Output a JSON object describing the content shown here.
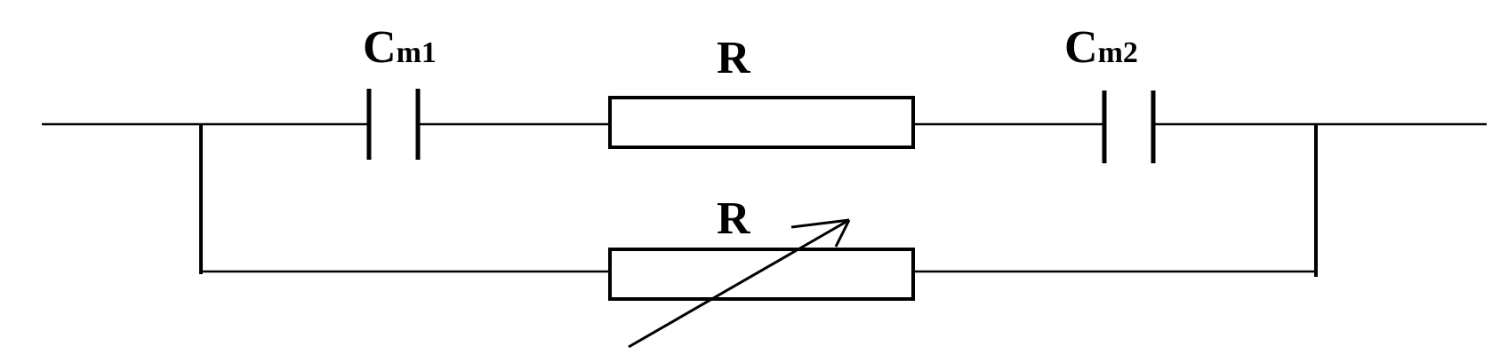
{
  "labels": {
    "cap1": {
      "main": "C",
      "sub": "m1"
    },
    "cap2": {
      "main": "C",
      "sub": "m2"
    },
    "resistor_top": "R",
    "resistor_bottom": "R"
  },
  "colors": {
    "line": "#000000",
    "background": "#ffffff"
  }
}
